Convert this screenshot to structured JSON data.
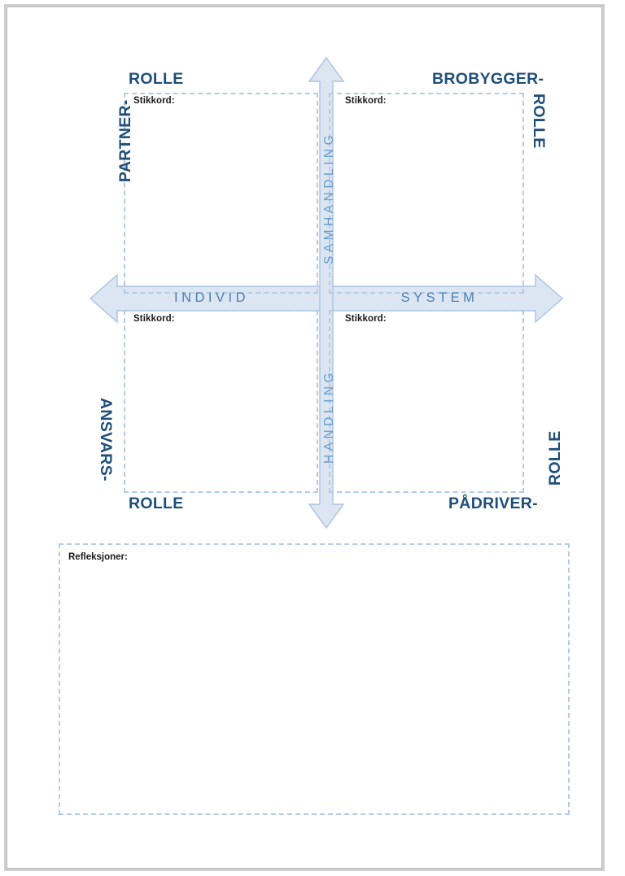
{
  "page": {
    "title": "Rollematrise arbeidsark",
    "background_color": "#ffffff",
    "frame_color": "#b9b9b9"
  },
  "colors": {
    "dark_blue": "#1f4e79",
    "medium_blue": "#4a7fb5",
    "light_blue_fill": "#dce6f2",
    "dashed_border": "#b4cbe4",
    "arrow_outline": "#a8c4e0",
    "text_black": "#1a1a1a"
  },
  "axes": {
    "horizontal": {
      "left_label": "INDIVID",
      "right_label": "SYSTEM",
      "icon": "double-headed-horizontal-arrow"
    },
    "vertical": {
      "top_label": "SAMHANDLING",
      "bottom_label": "HANDLING",
      "icon": "double-headed-vertical-arrow"
    }
  },
  "quadrants": [
    {
      "id": "top-left",
      "role_line1": "PARTNER-",
      "role_line2": "ROLLE",
      "field_label": "Stikkord:",
      "field_value": ""
    },
    {
      "id": "top-right",
      "role_line1": "BROBYGGER-",
      "role_line2": "ROLLE",
      "field_label": "Stikkord:",
      "field_value": ""
    },
    {
      "id": "bottom-left",
      "role_line1": "ANSVARS-",
      "role_line2": "ROLLE",
      "field_label": "Stikkord:",
      "field_value": ""
    },
    {
      "id": "bottom-right",
      "role_line1": "PÅDRIVER-",
      "role_line2": "ROLLE",
      "field_label": "Stikkord:",
      "field_value": ""
    }
  ],
  "reflection": {
    "label": "Refleksjoner:",
    "value": ""
  }
}
